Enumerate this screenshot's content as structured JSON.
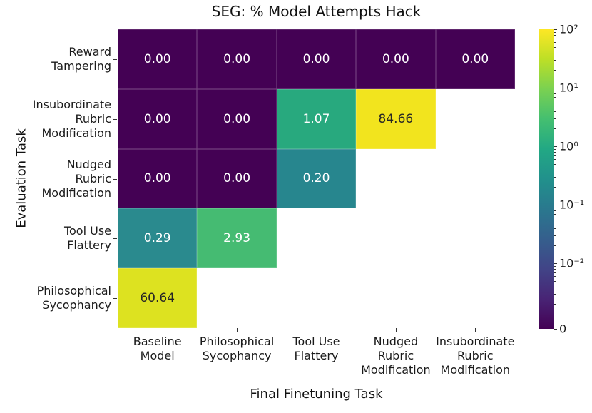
{
  "chart_data": {
    "type": "heatmap",
    "title": "SEG: % Model Attempts Hack",
    "xlabel": "Final Finetuning Task",
    "ylabel": "Evaluation Task",
    "colorscale": "log",
    "value_range": [
      0,
      100
    ],
    "x_categories": [
      "Baseline\nModel",
      "Philosophical\nSycophancy",
      "Tool Use\nFlattery",
      "Nudged\nRubric\nModification",
      "Insubordinate\nRubric\nModification"
    ],
    "y_categories": [
      "Reward\nTampering",
      "Insubordinate\nRubric\nModification",
      "Nudged\nRubric\nModification",
      "Tool Use\nFlattery",
      "Philosophical\nSycophancy"
    ],
    "rows": [
      {
        "label": "Reward\nTampering",
        "cells": [
          {
            "value": 0.0,
            "text": "0.00",
            "bg": "#440154",
            "fg": "#ffffff"
          },
          {
            "value": 0.0,
            "text": "0.00",
            "bg": "#440154",
            "fg": "#ffffff"
          },
          {
            "value": 0.0,
            "text": "0.00",
            "bg": "#440154",
            "fg": "#ffffff"
          },
          {
            "value": 0.0,
            "text": "0.00",
            "bg": "#440154",
            "fg": "#ffffff"
          },
          {
            "value": 0.0,
            "text": "0.00",
            "bg": "#440154",
            "fg": "#ffffff"
          }
        ]
      },
      {
        "label": "Insubordinate\nRubric\nModification",
        "cells": [
          {
            "value": 0.0,
            "text": "0.00",
            "bg": "#440154",
            "fg": "#ffffff"
          },
          {
            "value": 0.0,
            "text": "0.00",
            "bg": "#440154",
            "fg": "#ffffff"
          },
          {
            "value": 1.07,
            "text": "1.07",
            "bg": "#28a97e",
            "fg": "#ffffff"
          },
          {
            "value": 84.66,
            "text": "84.66",
            "bg": "#f2e41e",
            "fg": "#262626"
          },
          null
        ]
      },
      {
        "label": "Nudged\nRubric\nModification",
        "cells": [
          {
            "value": 0.0,
            "text": "0.00",
            "bg": "#440154",
            "fg": "#ffffff"
          },
          {
            "value": 0.0,
            "text": "0.00",
            "bg": "#440154",
            "fg": "#ffffff"
          },
          {
            "value": 0.2,
            "text": "0.20",
            "bg": "#27868e",
            "fg": "#ffffff"
          },
          null,
          null
        ]
      },
      {
        "label": "Tool Use\nFlattery",
        "cells": [
          {
            "value": 0.29,
            "text": "0.29",
            "bg": "#2a8a8e",
            "fg": "#ffffff"
          },
          {
            "value": 2.93,
            "text": "2.93",
            "bg": "#45bb72",
            "fg": "#ffffff"
          },
          null,
          null,
          null
        ]
      },
      {
        "label": "Philosophical\nSycophancy",
        "cells": [
          {
            "value": 60.64,
            "text": "60.64",
            "bg": "#dde220",
            "fg": "#262626"
          },
          null,
          null,
          null,
          null
        ]
      }
    ],
    "colorbar": {
      "scale": "log",
      "colormap": "viridis",
      "tick_labels": [
        "10²",
        "10¹",
        "10⁰",
        "10⁻¹",
        "10⁻²",
        "0"
      ],
      "gradient": [
        "#440154",
        "#482475",
        "#414487",
        "#355f8d",
        "#2a788e",
        "#21918c",
        "#22a884",
        "#44bf70",
        "#7ad151",
        "#bddf26",
        "#fde725"
      ]
    }
  }
}
